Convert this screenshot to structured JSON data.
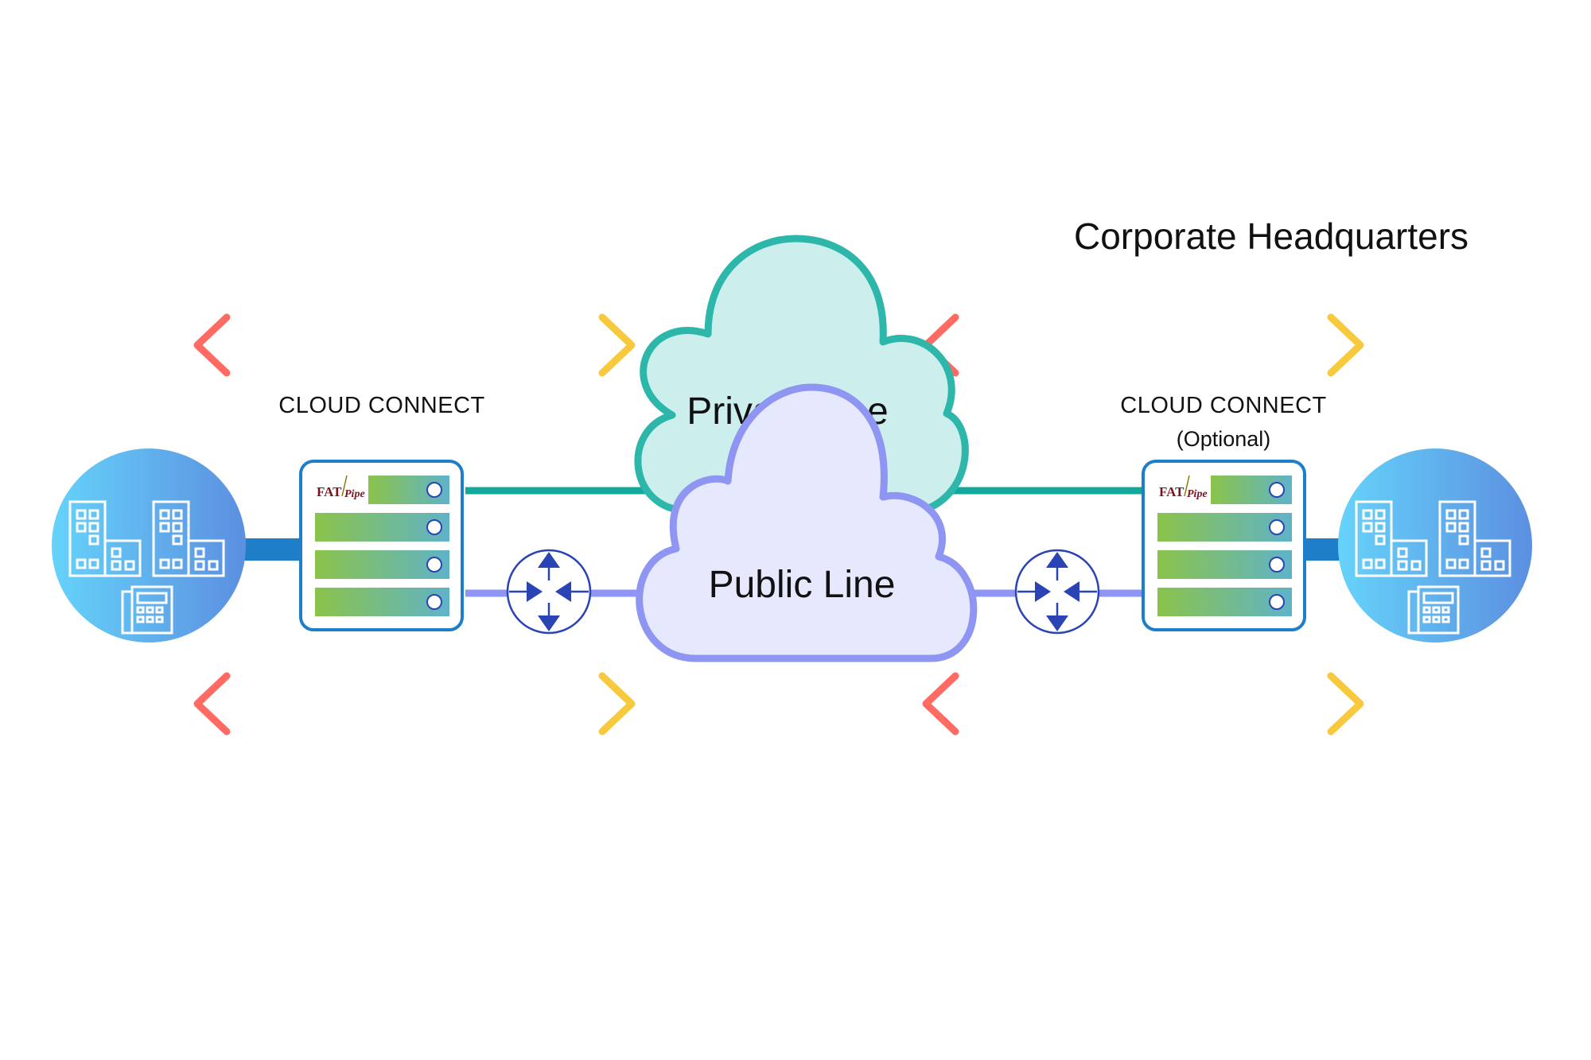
{
  "title": "Corporate Headquarters",
  "clouds": {
    "private_label": "Private Line",
    "public_label": "Public Line"
  },
  "left_site": {
    "connect_label": "CLOUD CONNECT"
  },
  "right_site": {
    "connect_label": "CLOUD CONNECT",
    "optional_label": "(Optional)"
  },
  "device": {
    "logo_primary": "FAT",
    "logo_secondary": "Pipe"
  },
  "colors": {
    "private_line": "#14A89A",
    "public_line": "#8E95F2",
    "site_link": "#1E7FC8",
    "arrow_start": "#FF6B63",
    "arrow_end": "#F9C93D",
    "router_arrows": "#2A44B6",
    "device_border": "#1E7FC8"
  }
}
